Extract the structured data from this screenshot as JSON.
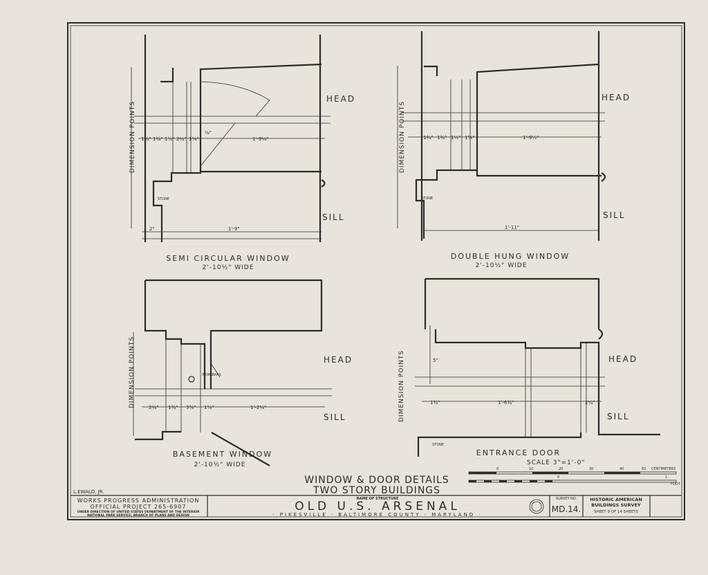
{
  "drawing": {
    "common": {
      "head": "HEAD",
      "sill": "SILL",
      "dimension_points": "DIMENSION POINTS",
      "stone": "STONE"
    },
    "details": [
      {
        "title": "SEMI CIRCULAR WINDOW",
        "width": "2'-10½\" WIDE",
        "dims": [
          "1¾\"",
          "1¾\"",
          "1½\"",
          "2¼\"",
          "1⅝\"",
          "⅛\"",
          "1'-9¼\"",
          "2\"",
          "1'-9\""
        ]
      },
      {
        "title": "DOUBLE HUNG WINDOW",
        "width": "2'-10½\" WIDE",
        "dims": [
          "1¾\"",
          "1¾\"",
          "1½\"",
          "1⅝\"",
          "1'-9½\"",
          "1'-11\""
        ]
      },
      {
        "title": "BASEMENT WINDOW",
        "width": "2'-10½\" WIDE",
        "note": "IRON BARS",
        "dims": [
          "2¼\"",
          "1¾\"",
          "3⅝\"",
          "1⅝\"",
          "1'-2¼\""
        ]
      },
      {
        "title": "ENTRANCE DOOR",
        "dims": [
          "1¾\"",
          "5\"",
          "1'-6¾\"",
          "2¼\""
        ]
      }
    ],
    "scale": {
      "label": "SCALE 3\"=1'-0\"",
      "cm_ticks": [
        "0",
        "10",
        "20",
        "30",
        "40",
        "50"
      ],
      "cm_unit": "CENTIMETERS",
      "ft_ticks": [
        "0",
        "1"
      ],
      "ft_unit": "FOOT"
    },
    "sheet_title": [
      "WINDOW & DOOR DETAILS",
      "TWO STORY BUILDINGS"
    ],
    "delineator": "L.EWALD, JR."
  },
  "title_block": {
    "agency": "WORKS PROGRESS ADMINISTRATION",
    "project": "OFFICIAL PROJECT 265-6907",
    "direction": "UNDER DIRECTION OF UNITED STATES DEPARTMENT OF THE INTERIOR",
    "service": "NATIONAL PARK SERVICE, BRANCH OF PLANS AND DESIGN",
    "name_label": "NAME OF STRUCTURE",
    "structure": "OLD U.S. ARSENAL",
    "location": "· PIKESVILLE · BALTIMORE COUNTY · MARYLAND ·",
    "survey_label": "SURVEY NO.",
    "survey_no": "MD.14.",
    "habs": [
      "HISTORIC AMERICAN",
      "BUILDINGS SURVEY"
    ],
    "sheet": "SHEET 9 OF 14 SHEETS"
  }
}
